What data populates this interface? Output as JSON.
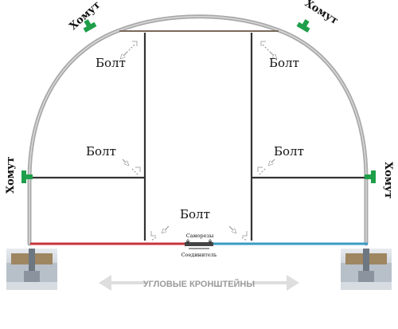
{
  "labels": {
    "clamp": "Хомут",
    "bolt": "Болт",
    "screws": "Саморезы",
    "connector": "Соединитель",
    "corner_brackets": "УГЛОВЫЕ КРОНШТЕЙНЫ"
  },
  "colors": {
    "background": "#ffffff",
    "arch": "#a9a9a9",
    "clamp": "#1f9f4a",
    "frame": "#333333",
    "top_bar": "#7a6a5a",
    "base_left": "#c8333d",
    "base_right": "#3a9bc6",
    "arrow": "#d6d6d6",
    "text": "#111111"
  },
  "icons": {
    "clamp": "clamp-icon",
    "bolt_arrow": "bolt-arrow-icon",
    "corner_bracket_photo": "corner-bracket-photo",
    "double_arrow": "double-arrow-icon"
  }
}
